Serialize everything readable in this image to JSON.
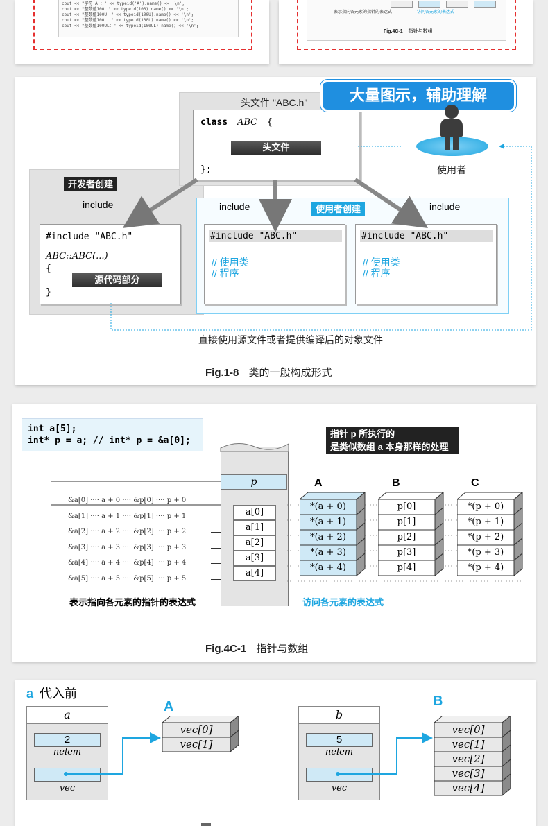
{
  "colors": {
    "accent": "#1ea6e0",
    "red_dash": "#e53030",
    "banner": "#1f8fe0"
  },
  "top": {
    "left_code": [
      "cout << \"字符'A'：\"    << typeid('A').name()    << '\\n';",
      "cout << \"整数值100：\" << typeid(100).name()   << '\\n';",
      "cout << \"整数值100U：\" << typeid(100U).name() << '\\n';",
      "cout << \"整数值100L：\" << typeid(100L).name() << '\\n';",
      "cout << \"整数值100UL：\" << typeid(100UL).name() << '\\n';"
    ],
    "right_text": "表示指向各元素的指针的表达式",
    "right_blue": "访问各元素的表达式",
    "right_fig": "Fig.4C-1",
    "right_fig_title": "指针与数组"
  },
  "fig18": {
    "banner": "大量图示，辅助理解",
    "header_title": "头文件 \"ABC.h\"",
    "class_line": "class",
    "class_name": "ABC",
    "class_open": "{",
    "class_close": "};",
    "header_bar": "头文件",
    "developer_badge": "开发者创建",
    "user_badge": "使用者创建",
    "user_label": "使用者",
    "include": "include",
    "include_line": "#include \"ABC.h\"",
    "src_line": "ABC::ABC(...)",
    "src_open": "{",
    "src_close": "}",
    "src_bar": "源代码部分",
    "comment1": "// 使用类",
    "comment2": "// 程序",
    "bottom_note": "直接使用源文件或者提供编译后的对象文件",
    "fig_no": "Fig.1-8",
    "fig_title": "类的一般构成形式"
  },
  "fig4c": {
    "code1": "int a[5];",
    "code2": "int* p = a; // int* p = &a[0];",
    "note1": "指针 p 所执行的",
    "note2": "是类似数组 a 本身那样的处理",
    "p_label": "p",
    "cells": [
      "a[0]",
      "a[1]",
      "a[2]",
      "a[3]",
      "a[4]"
    ],
    "left_rows": [
      "&a[0] ···· a + 0 ···· &p[0] ···· p + 0",
      "&a[1] ···· a + 1 ···· &p[1] ···· p + 1",
      "&a[2] ···· a + 2 ···· &p[2] ···· p + 2",
      "&a[3] ···· a + 3 ···· &p[3] ···· p + 3",
      "&a[4] ···· a + 4 ···· &p[4] ···· p + 4",
      "&a[5] ···· a + 5 ···· &p[5] ···· p + 5"
    ],
    "col_a_title": "A",
    "col_b_title": "B",
    "col_c_title": "C",
    "col_a": [
      "*(a + 0)",
      "*(a + 1)",
      "*(a + 2)",
      "*(a + 3)",
      "*(a + 4)"
    ],
    "col_b": [
      "p[0]",
      "p[1]",
      "p[2]",
      "p[3]",
      "p[4]"
    ],
    "col_c": [
      "*(p + 0)",
      "*(p + 1)",
      "*(p + 2)",
      "*(p + 3)",
      "*(p + 4)"
    ],
    "left_caption": "表示指向各元素的指针的表达式",
    "right_caption": "访问各元素的表达式",
    "fig_no": "Fig.4C-1",
    "fig_title": "指针与数组"
  },
  "bottom": {
    "heading_letter": "a",
    "heading_text": "代入前",
    "left_obj": "a",
    "left_nelem_val": "2",
    "left_nelem": "nelem",
    "left_vec": "vec",
    "left_arr_title": "A",
    "left_arr": [
      "vec[0]",
      "vec[1]"
    ],
    "right_obj": "b",
    "right_nelem_val": "5",
    "right_nelem": "nelem",
    "right_vec": "vec",
    "right_arr_title": "B",
    "right_arr": [
      "vec[0]",
      "vec[1]",
      "vec[2]",
      "vec[3]",
      "vec[4]"
    ]
  }
}
